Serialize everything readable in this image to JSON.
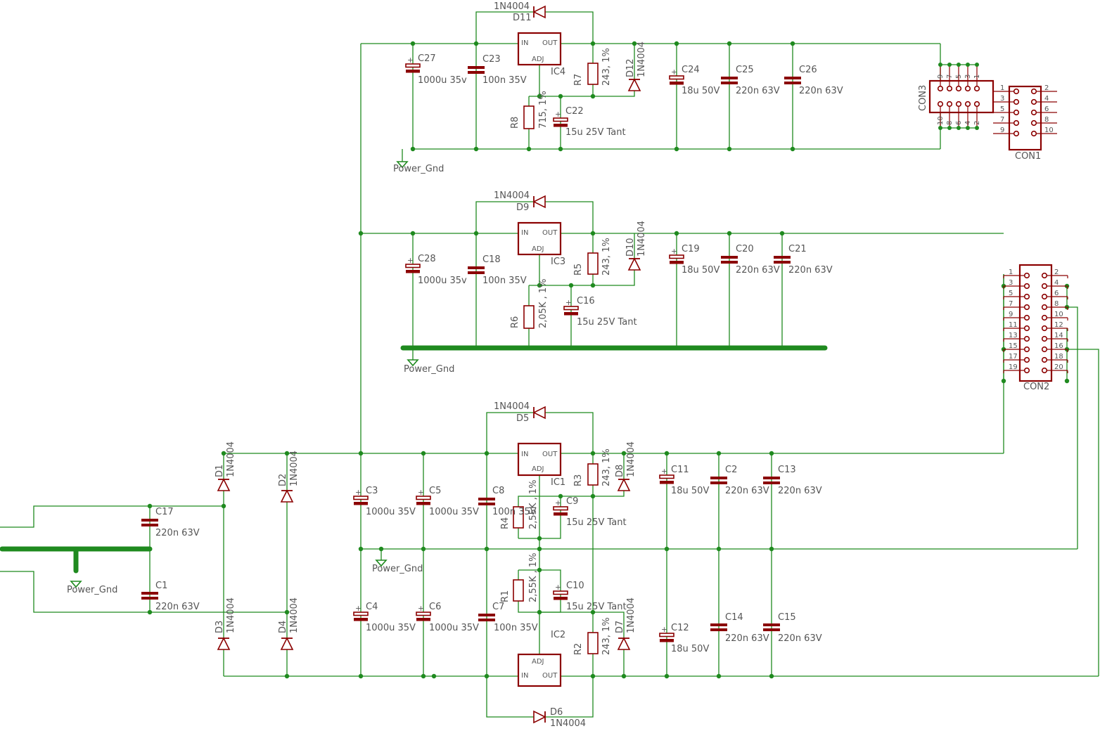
{
  "colors": {
    "wire": "#1f8a1f",
    "component": "#8b0000",
    "text": "#555555",
    "background": "#ffffff"
  },
  "labels": {
    "diode_part": "1N4004",
    "gnd": "Power_Gnd",
    "ic_in": "IN",
    "ic_out": "OUT",
    "ic_adj": "ADJ",
    "cap_big": "1000u 35v",
    "cap_big_upper": "1000u 35V",
    "cap_100n": "100n 35V",
    "cap_220n": "220n 63V",
    "cap_18u": "18u 50V",
    "cap_tant": "15u 25V Tant",
    "res_243": "243, 1%",
    "res_715": "715, 1%",
    "res_205": "2,05K , 1%",
    "res_255": "2,55K , 1%",
    "plus": "+"
  },
  "refs": {
    "D1": "D1",
    "D2": "D2",
    "D3": "D3",
    "D4": "D4",
    "D5": "D5",
    "D6": "D6",
    "D7": "D7",
    "D8": "D8",
    "D9": "D9",
    "D10": "D10",
    "D11": "D11",
    "D12": "D12",
    "C1": "C1",
    "C2": "C2",
    "C3": "C3",
    "C4": "C4",
    "C5": "C5",
    "C6": "C6",
    "C7": "C7",
    "C8": "C8",
    "C9": "C9",
    "C10": "C10",
    "C11": "C11",
    "C12": "C12",
    "C13": "C13",
    "C14": "C14",
    "C15": "C15",
    "C16": "C16",
    "C17": "C17",
    "C18": "C18",
    "C19": "C19",
    "C20": "C20",
    "C21": "C21",
    "C22": "C22",
    "C23": "C23",
    "C24": "C24",
    "C25": "C25",
    "C26": "C26",
    "C27": "C27",
    "C28": "C28",
    "R1": "R1",
    "R2": "R2",
    "R3": "R3",
    "R4": "R4",
    "R5": "R5",
    "R6": "R6",
    "R7": "R7",
    "R8": "R8",
    "IC1": "IC1",
    "IC2": "IC2",
    "IC3": "IC3",
    "IC4": "IC4",
    "CON1": "CON1",
    "CON2": "CON2",
    "CON3": "CON3"
  },
  "con1_pins": {
    "left": [
      "1",
      "3",
      "5",
      "7",
      "9"
    ],
    "right": [
      "2",
      "4",
      "6",
      "8",
      "10"
    ]
  },
  "con2_pins": {
    "left": [
      "1",
      "3",
      "5",
      "7",
      "9",
      "11",
      "13",
      "15",
      "17",
      "19"
    ],
    "right": [
      "2",
      "4",
      "6",
      "8",
      "10",
      "12",
      "14",
      "16",
      "18",
      "20"
    ]
  },
  "con3_pins": {
    "top": [
      "9",
      "7",
      "5",
      "3",
      "1"
    ],
    "bottom": [
      "10",
      "8",
      "6",
      "4",
      "2"
    ]
  }
}
